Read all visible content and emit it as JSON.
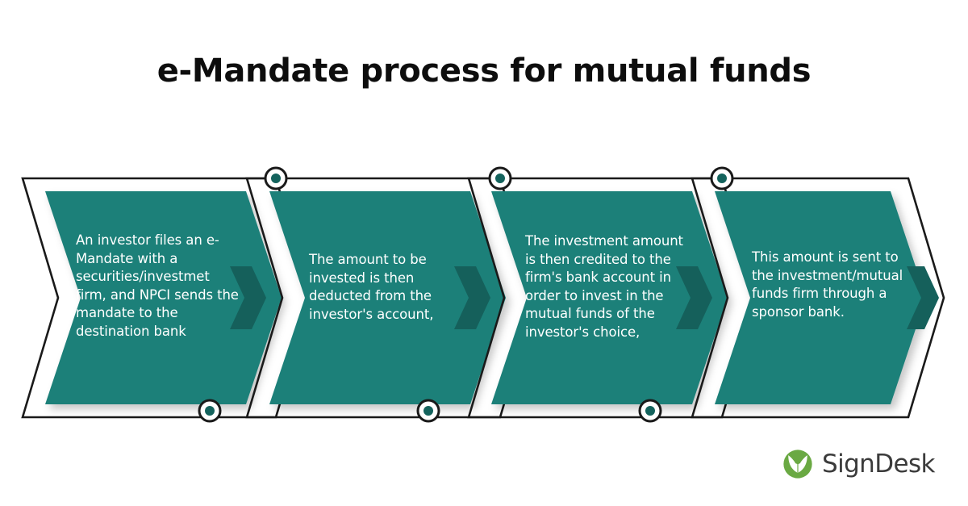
{
  "title": "e-Mandate process for mutual funds",
  "colors": {
    "background": "#ffffff",
    "teal": "#1f8079",
    "teal_dark": "#15605b",
    "outline": "#1a1a1a",
    "text_on_teal": "#ffffff",
    "title_text": "#0d0d0d",
    "logo_green": "#6aa943",
    "logo_text": "#3b3b3b"
  },
  "steps": [
    {
      "index": 1,
      "text": "An investor files an e-Mandate with a securities/investmet firm, and NPCI sends the mandate to the destination bank"
    },
    {
      "index": 2,
      "text": "The amount to be invested is then deducted from the investor's account,"
    },
    {
      "index": 3,
      "text": "The investment amount is then credited to the firm's bank account in order to invest in the mutual funds of the investor's choice,"
    },
    {
      "index": 4,
      "text": "This amount is sent to the investment/mutual funds firm through a sponsor bank."
    }
  ],
  "connectors": {
    "top_markers": 3,
    "bottom_markers": 3
  },
  "logo": {
    "wordmark": "SignDesk",
    "mark_icon": "pen-nib-leaf-icon"
  }
}
